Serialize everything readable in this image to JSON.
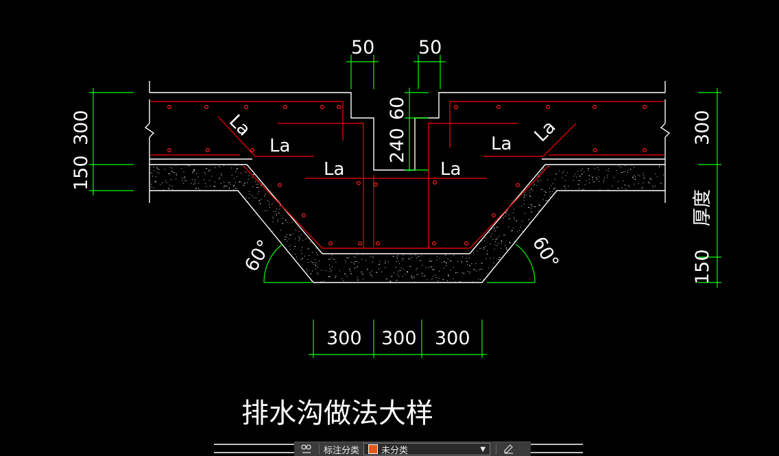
{
  "drawing": {
    "title": "排水沟做法大样",
    "dims": {
      "top_left": "50",
      "top_right": "50",
      "slot_depth": "60",
      "slot_height": "240",
      "left_slab": "300",
      "left_base": "150",
      "right_slab": "300",
      "right_thickness": "厚度",
      "right_base": "150",
      "bottom_a": "300",
      "bottom_b": "300",
      "bottom_c": "300",
      "angle_left": "60°",
      "angle_right": "60°"
    },
    "labels": {
      "la_1": "La",
      "la_2": "La",
      "la_3": "La",
      "la_4": "La",
      "la_5": "La",
      "la_6": "La"
    },
    "colors": {
      "dimension": "#00ff00",
      "rebar": "#ff0000",
      "outline": "#ffffff",
      "background": "#000000"
    }
  },
  "toolbar": {
    "icon": "dimension-style-icon",
    "category_label": "标注分类",
    "category_value": "未分类",
    "category_color": "#e05a1a",
    "edit_icon": "edit-icon"
  }
}
